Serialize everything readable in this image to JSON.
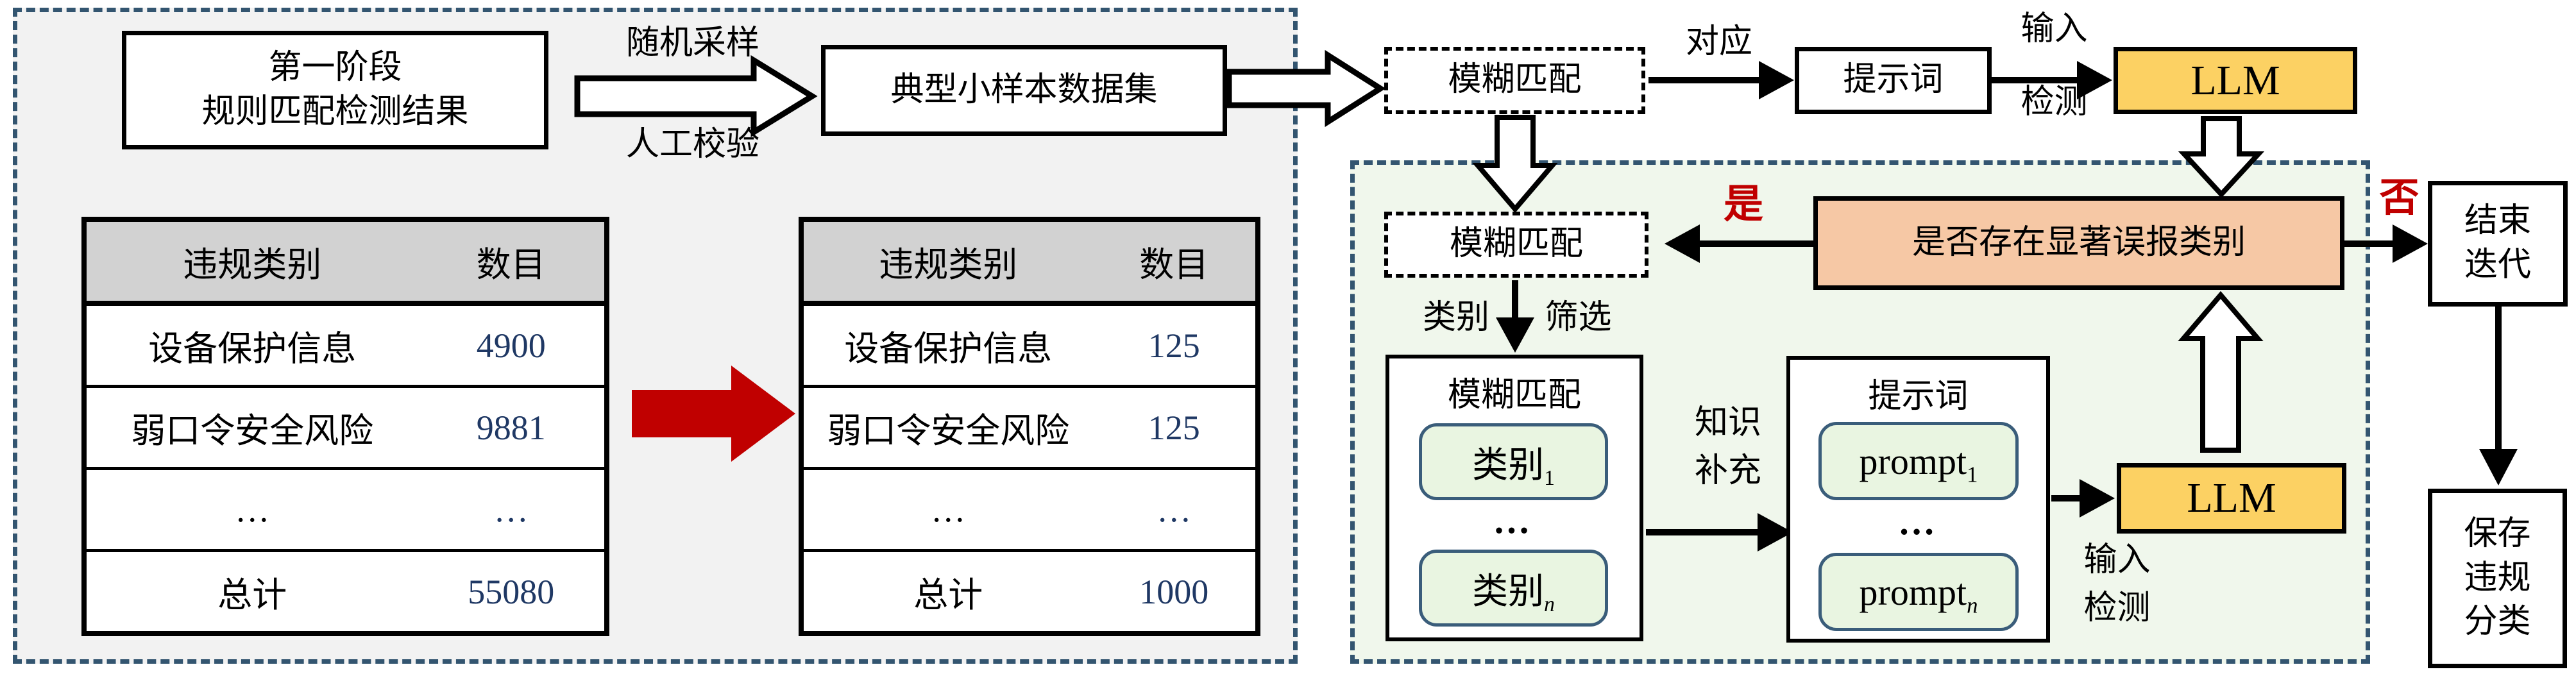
{
  "stage1": {
    "title_line1": "第一阶段",
    "title_line2": "规则匹配检测结果",
    "sample_label_top": "随机采样",
    "sample_label_bottom": "人工校验",
    "dataset_label": "典型小样本数据集"
  },
  "tables": {
    "headers": [
      "违规类别",
      "数目"
    ],
    "before": {
      "rows": [
        {
          "category": "设备保护信息",
          "count": "4900"
        },
        {
          "category": "弱口令安全风险",
          "count": "9881"
        },
        {
          "category": "…",
          "count": "…"
        },
        {
          "category": "总计",
          "count": "55080"
        }
      ]
    },
    "after": {
      "rows": [
        {
          "category": "设备保护信息",
          "count": "125"
        },
        {
          "category": "弱口令安全风险",
          "count": "125"
        },
        {
          "category": "…",
          "count": "…"
        },
        {
          "category": "总计",
          "count": "1000"
        }
      ]
    }
  },
  "top_chain": {
    "fuzzy_match": "模糊匹配",
    "correspond": "对应",
    "prompt_word": "提示词",
    "input": "输入",
    "detect": "检测",
    "llm": "LLM"
  },
  "loop": {
    "fuzzy_match": "模糊匹配",
    "yes": "是",
    "no": "否",
    "decision": "是否存在显著误报类别",
    "end_line1": "结束",
    "end_line2": "迭代",
    "category": "类别",
    "filter": "筛选",
    "fuzzy_container_title": "模糊匹配",
    "category_item": "类别",
    "category_sub_first": "1",
    "category_sub_last": "n",
    "dots": "…",
    "knowledge_line1": "知识",
    "knowledge_line2": "补充",
    "prompt_container_title": "提示词",
    "prompt_item": "prompt",
    "prompt_sub_first": "1",
    "prompt_sub_last": "n",
    "input": "输入",
    "detect": "检测",
    "llm": "LLM",
    "save_line1": "保存",
    "save_line2": "违规",
    "save_line3": "分类"
  },
  "colors": {
    "panel_border": "#335570",
    "left_panel_fill": "#f2f2f2",
    "right_panel_fill": "#f0f7ec",
    "llm_fill": "#fcd163",
    "decision_fill": "#f6c8a5",
    "chip_fill": "#e9f5e1",
    "chip_border": "#3a5d7a",
    "table_header_fill": "#d2d2d2",
    "number_color": "#1f3864",
    "accent_red": "#c00000"
  }
}
